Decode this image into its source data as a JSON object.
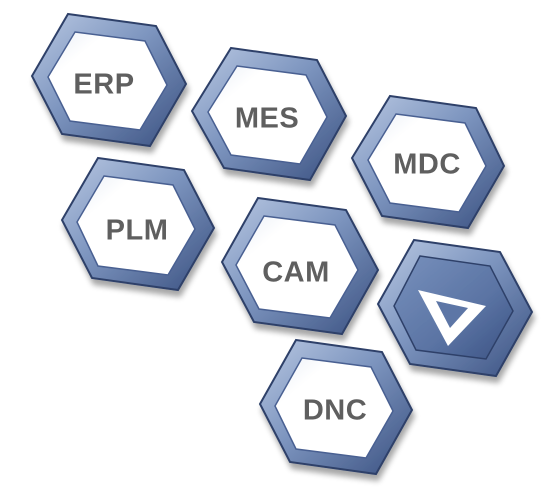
{
  "modules": [
    {
      "id": "erp",
      "label": "ERP"
    },
    {
      "id": "mes",
      "label": "MES"
    },
    {
      "id": "mdc",
      "label": "MDC"
    },
    {
      "id": "plm",
      "label": "PLM"
    },
    {
      "id": "cam",
      "label": "CAM"
    },
    {
      "id": "dnc",
      "label": "DNC"
    }
  ],
  "logo": {
    "icon": "triangle-logo-icon"
  },
  "colors": {
    "frame_light": "#a9bbd8",
    "frame_mid": "#7a93bd",
    "frame_dark": "#3f5684",
    "frame_edge": "#2e4169",
    "inner_fill": "#ffffff",
    "label_text": "#5e5e5e",
    "logo_fill": "#5d76a6"
  }
}
